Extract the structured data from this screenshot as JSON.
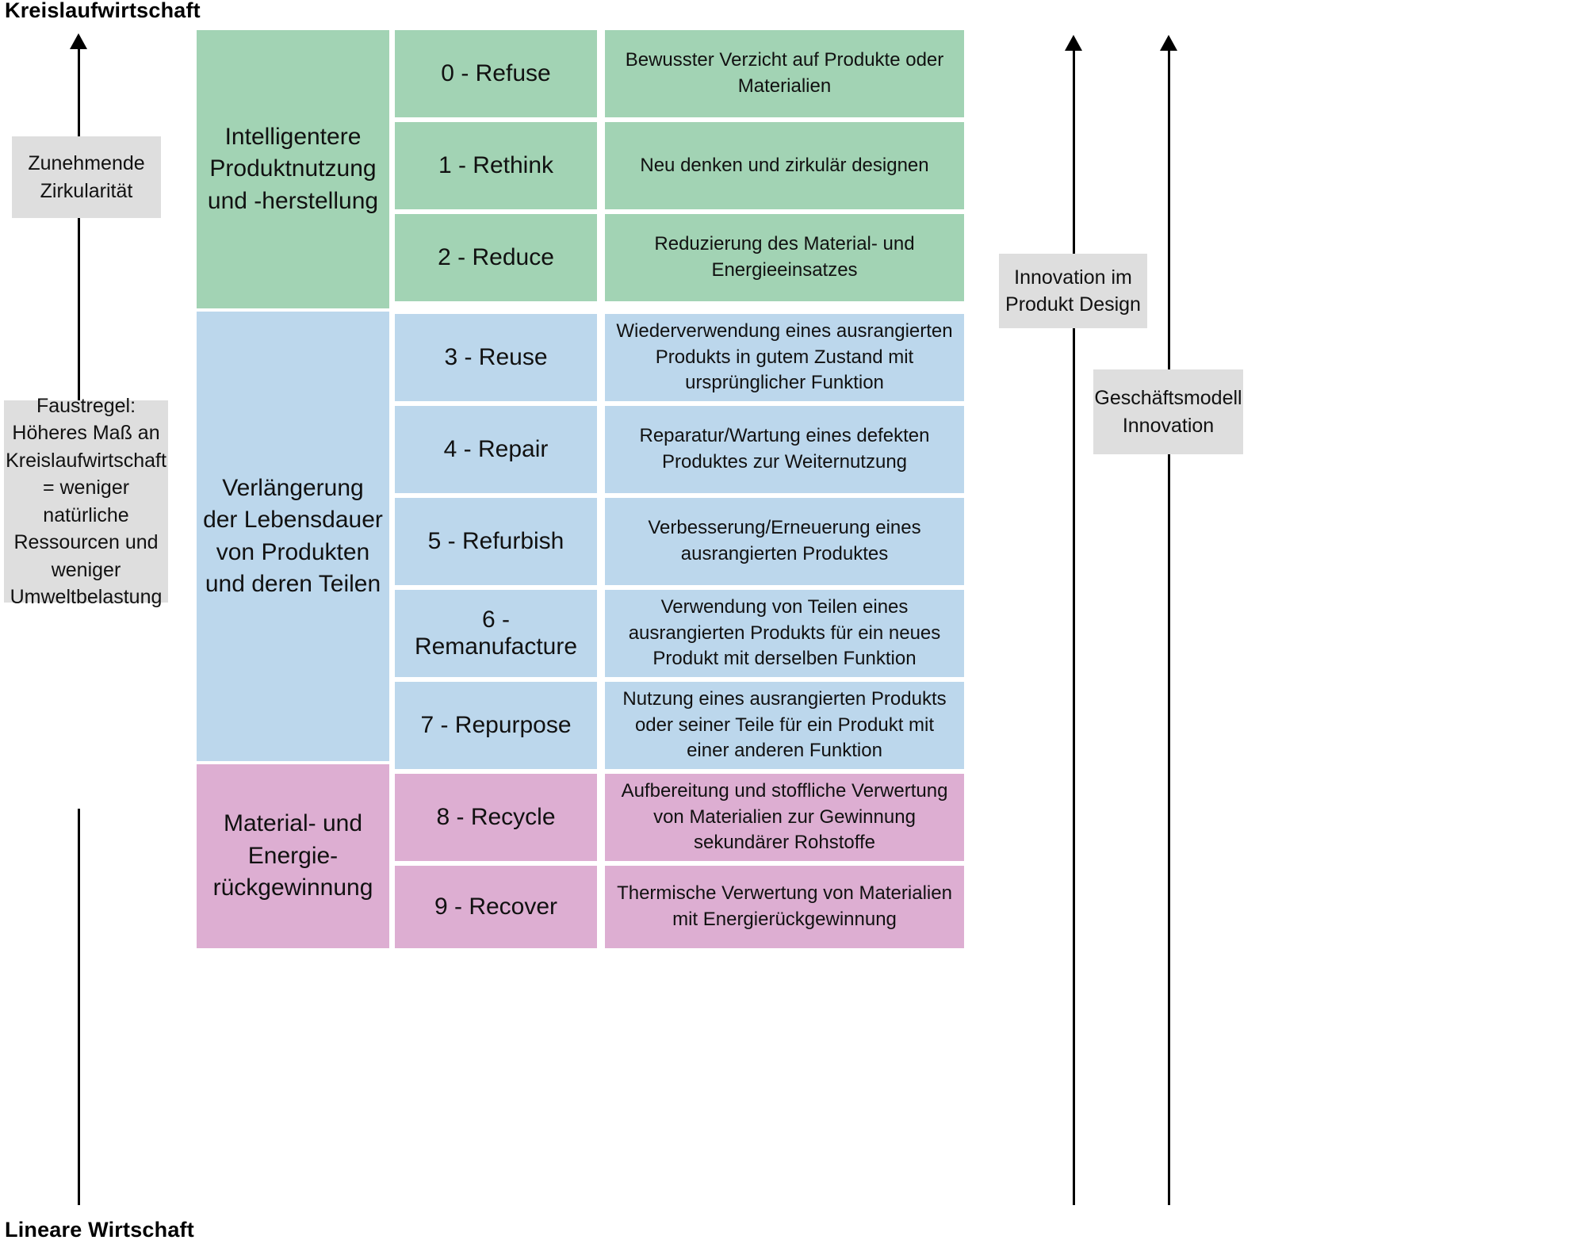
{
  "axis": {
    "top_label": "Kreislaufwirtschaft",
    "bottom_label": "Lineare Wirtschaft"
  },
  "left_notes": [
    {
      "id": "zunehmende-zirkularitaet",
      "text": "Zunehmende\nZirkularität"
    },
    {
      "id": "faustregel",
      "text": "Faustregel:\nHöheres Maß an\nKreislaufwirtschaft\n= weniger\nnatürliche\nRessourcen und\nweniger\nUmweltbelastung"
    }
  ],
  "right_notes": [
    {
      "id": "innovation-produkt-design",
      "text": "Innovation im\nProdukt Design"
    },
    {
      "id": "geschaeftsmodell-innovation",
      "text": "Geschäftsmodell\nInnovation"
    }
  ],
  "colors": {
    "green": "#a2d3b4",
    "blue": "#bcd7ec",
    "pink": "#ddaed2",
    "note_gray": "#dedede",
    "line": "#000000"
  },
  "categories": [
    {
      "id": "smarter-use",
      "label": "Intelligentere\nProduktnutzung\nund -herstellung",
      "color_key": "green"
    },
    {
      "id": "extend-lifespan",
      "label": "Verlängerung\nder Lebensdauer\nvon Produkten\nund deren Teilen",
      "color_key": "blue"
    },
    {
      "id": "material-energy-recovery",
      "label": "Material- und\nEnergie-\nrückgewinnung",
      "color_key": "pink"
    }
  ],
  "strategies": [
    {
      "id": "r0",
      "name": "0 - Refuse",
      "description": "Bewusster Verzicht auf Produkte oder Materialien",
      "color_key": "green"
    },
    {
      "id": "r1",
      "name": "1 - Rethink",
      "description": "Neu denken und zirkulär designen",
      "color_key": "green"
    },
    {
      "id": "r2",
      "name": "2 - Reduce",
      "description": "Reduzierung des Material- und Energieeinsatzes",
      "color_key": "green"
    },
    {
      "id": "r3",
      "name": "3 - Reuse",
      "description": "Wiederverwendung eines ausrangierten Produkts in gutem Zustand mit ursprünglicher Funktion",
      "color_key": "blue"
    },
    {
      "id": "r4",
      "name": "4 - Repair",
      "description": "Reparatur/Wartung eines defekten Produktes zur Weiternutzung",
      "color_key": "blue"
    },
    {
      "id": "r5",
      "name": "5 - Refurbish",
      "description": "Verbesserung/Erneuerung eines ausrangierten Produktes",
      "color_key": "blue"
    },
    {
      "id": "r6",
      "name": "6 - Remanufacture",
      "description": "Verwendung von Teilen eines ausrangierten Produkts für ein neues Produkt mit derselben Funktion",
      "color_key": "blue"
    },
    {
      "id": "r7",
      "name": "7 - Repurpose",
      "description": "Nutzung eines ausrangierten Produkts oder seiner Teile für ein Produkt mit einer anderen Funktion",
      "color_key": "blue"
    },
    {
      "id": "r8",
      "name": "8 - Recycle",
      "description": "Aufbereitung und stoffliche Verwertung von Materialien zur Gewinnung sekundärer Rohstoffe",
      "color_key": "pink"
    },
    {
      "id": "r9",
      "name": "9 - Recover",
      "description": "Thermische Verwertung von Materialien mit Energierückgewinnung",
      "color_key": "pink"
    }
  ]
}
